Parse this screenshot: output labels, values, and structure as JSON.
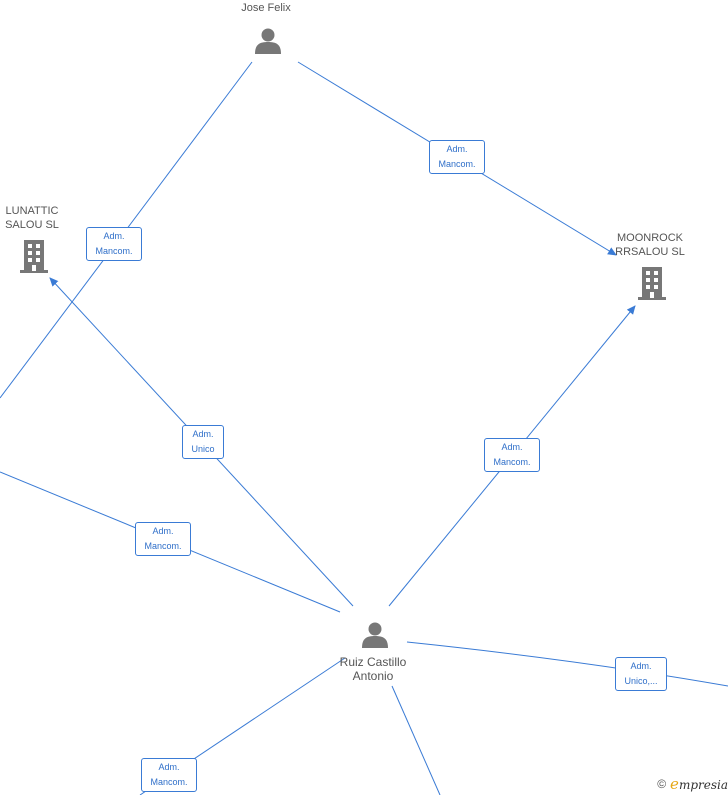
{
  "nodes": {
    "jose_felix": {
      "label": "Jose Felix",
      "type": "person"
    },
    "lunattic": {
      "label_line1": "LUNATTIC",
      "label_line2": "SALOU SL",
      "type": "company"
    },
    "moonrock": {
      "label_line1": "MOONROCK",
      "label_line2": "RRSALOU  SL",
      "type": "company"
    },
    "ruiz": {
      "label_line1": "Ruiz Castillo",
      "label_line2": "Antonio",
      "type": "person"
    }
  },
  "edges": [
    {
      "id": "e1",
      "line1": "Adm.",
      "line2": "Mancom."
    },
    {
      "id": "e2",
      "line1": "Adm.",
      "line2": "Mancom."
    },
    {
      "id": "e3",
      "line1": "Adm.",
      "line2": "Unico"
    },
    {
      "id": "e4",
      "line1": "Adm.",
      "line2": "Mancom."
    },
    {
      "id": "e5",
      "line1": "Adm.",
      "line2": "Mancom."
    },
    {
      "id": "e6",
      "line1": "Adm.",
      "line2": "Unico,..."
    },
    {
      "id": "e7",
      "line1": "Adm.",
      "line2": "Mancom."
    }
  ],
  "colors": {
    "edge": "#3a7bd5",
    "icon": "#777777",
    "label": "#555555"
  },
  "watermark": {
    "copyright": "©",
    "e": "e",
    "brand": "mpresia"
  }
}
